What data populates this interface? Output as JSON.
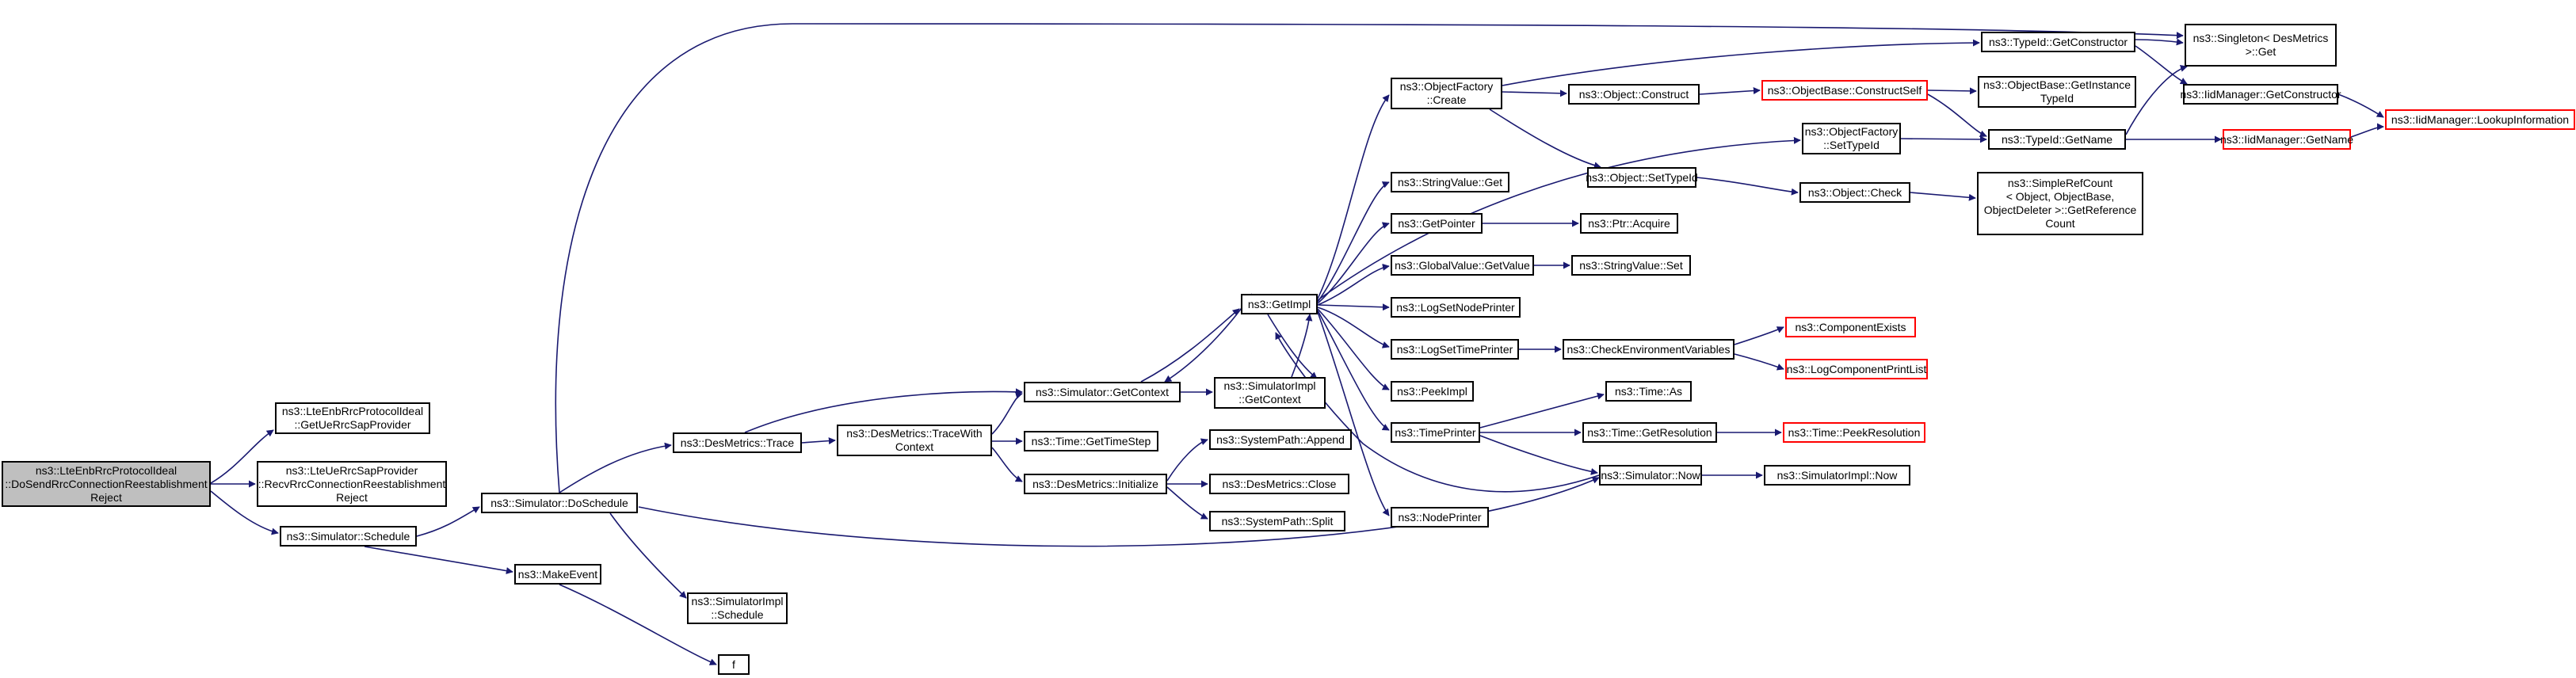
{
  "colors": {
    "edge": "#191970",
    "node_border": "#000000",
    "truncated_border": "#ff0000",
    "root_fill": "#bfbfbf"
  },
  "nodes": {
    "n0": {
      "lines": [
        "ns3::LteEnbRrcProtocolIdeal",
        "::DoSendRrcConnectionReestablishment",
        "Reject"
      ],
      "style": "root"
    },
    "n1": {
      "lines": [
        "ns3::LteEnbRrcProtocolIdeal",
        "::GetUeRrcSapProvider"
      ],
      "style": "normal"
    },
    "n2": {
      "lines": [
        "ns3::LteUeRrcSapProvider",
        "::RecvRrcConnectionReestablishment",
        "Reject"
      ],
      "style": "normal"
    },
    "n3": {
      "lines": [
        "ns3::Simulator::Schedule"
      ],
      "style": "normal"
    },
    "n4": {
      "lines": [
        "ns3::Simulator::DoSchedule"
      ],
      "style": "normal"
    },
    "n5": {
      "lines": [
        "ns3::MakeEvent"
      ],
      "style": "normal"
    },
    "n6": {
      "lines": [
        "ns3::DesMetrics::Trace"
      ],
      "style": "normal"
    },
    "n7": {
      "lines": [
        "ns3::SimulatorImpl",
        "::Schedule"
      ],
      "style": "normal"
    },
    "n8": {
      "lines": [
        "f"
      ],
      "style": "normal"
    },
    "n9": {
      "lines": [
        "ns3::DesMetrics::TraceWith",
        "Context"
      ],
      "style": "normal"
    },
    "n10": {
      "lines": [
        "ns3::Simulator::GetContext"
      ],
      "style": "normal"
    },
    "n11": {
      "lines": [
        "ns3::Time::GetTimeStep"
      ],
      "style": "normal"
    },
    "n12": {
      "lines": [
        "ns3::DesMetrics::Initialize"
      ],
      "style": "normal"
    },
    "n13": {
      "lines": [
        "ns3::SimulatorImpl",
        "::GetContext"
      ],
      "style": "normal"
    },
    "n14": {
      "lines": [
        "ns3::GetImpl"
      ],
      "style": "normal"
    },
    "n15": {
      "lines": [
        "ns3::SystemPath::Append"
      ],
      "style": "normal"
    },
    "n16": {
      "lines": [
        "ns3::DesMetrics::Close"
      ],
      "style": "normal"
    },
    "n17": {
      "lines": [
        "ns3::SystemPath::Split"
      ],
      "style": "normal"
    },
    "n18": {
      "lines": [
        "ns3::ObjectFactory",
        "::Create"
      ],
      "style": "normal"
    },
    "n19": {
      "lines": [
        "ns3::StringValue::Get"
      ],
      "style": "normal"
    },
    "n20": {
      "lines": [
        "ns3::GetPointer"
      ],
      "style": "normal"
    },
    "n21": {
      "lines": [
        "ns3::GlobalValue::GetValue"
      ],
      "style": "normal"
    },
    "n22": {
      "lines": [
        "ns3::LogSetNodePrinter"
      ],
      "style": "normal"
    },
    "n23": {
      "lines": [
        "ns3::LogSetTimePrinter"
      ],
      "style": "normal"
    },
    "n24": {
      "lines": [
        "ns3::PeekImpl"
      ],
      "style": "normal"
    },
    "n25": {
      "lines": [
        "ns3::TimePrinter"
      ],
      "style": "normal"
    },
    "n26": {
      "lines": [
        "ns3::NodePrinter"
      ],
      "style": "normal"
    },
    "n27": {
      "lines": [
        "ns3::Object::Construct"
      ],
      "style": "normal"
    },
    "n28": {
      "lines": [
        "ns3::Object::SetTypeId"
      ],
      "style": "normal"
    },
    "n29": {
      "lines": [
        "ns3::Ptr::Acquire"
      ],
      "style": "normal"
    },
    "n30": {
      "lines": [
        "ns3::StringValue::Set"
      ],
      "style": "normal"
    },
    "n31": {
      "lines": [
        "ns3::CheckEnvironmentVariables"
      ],
      "style": "normal"
    },
    "n32": {
      "lines": [
        "ns3::Time::As"
      ],
      "style": "normal"
    },
    "n33": {
      "lines": [
        "ns3::Time::GetResolution"
      ],
      "style": "normal"
    },
    "n34": {
      "lines": [
        "ns3::Simulator::Now"
      ],
      "style": "normal"
    },
    "n35": {
      "lines": [
        "ns3::TypeId::GetConstructor"
      ],
      "style": "normal"
    },
    "n36": {
      "lines": [
        "ns3::ObjectBase::ConstructSelf"
      ],
      "style": "red"
    },
    "n37": {
      "lines": [
        "ns3::ObjectFactory",
        "::SetTypeId"
      ],
      "style": "normal"
    },
    "n38": {
      "lines": [
        "ns3::Object::Check"
      ],
      "style": "normal"
    },
    "n39": {
      "lines": [
        "ns3::ComponentExists"
      ],
      "style": "red"
    },
    "n40": {
      "lines": [
        "ns3::LogComponentPrintList"
      ],
      "style": "red"
    },
    "n41": {
      "lines": [
        "ns3::Time::PeekResolution"
      ],
      "style": "red"
    },
    "n42": {
      "lines": [
        "ns3::SimulatorImpl::Now"
      ],
      "style": "normal"
    },
    "n43": {
      "lines": [
        "ns3::ObjectBase::GetInstance",
        "TypeId"
      ],
      "style": "normal"
    },
    "n44": {
      "lines": [
        "ns3::TypeId::GetName"
      ],
      "style": "normal"
    },
    "n45": {
      "lines": [
        "ns3::SimpleRefCount",
        "< Object, ObjectBase,",
        "ObjectDeleter >::GetReference",
        "Count"
      ],
      "style": "normal"
    },
    "n46": {
      "lines": [
        "ns3::Singleton< DesMetrics",
        ">::Get"
      ],
      "style": "normal"
    },
    "n47": {
      "lines": [
        "ns3::IidManager::GetConstructor"
      ],
      "style": "normal"
    },
    "n48": {
      "lines": [
        "ns3::IidManager::GetName"
      ],
      "style": "red"
    },
    "n49": {
      "lines": [
        "ns3::IidManager::LookupInformation"
      ],
      "style": "red"
    }
  }
}
